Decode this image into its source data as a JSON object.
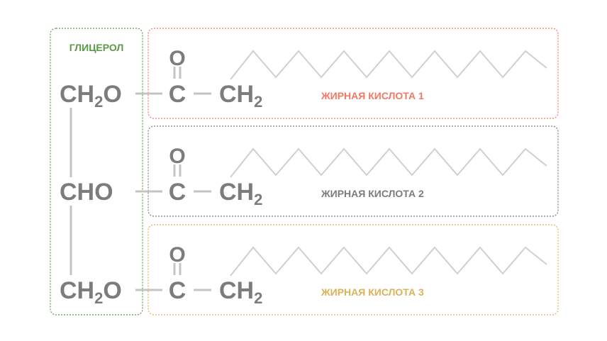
{
  "colors": {
    "glycerol": "#5a9a45",
    "acid1": "#ef7a68",
    "acid2": "#7c7c7c",
    "acid3": "#d9b35a",
    "formula": "#7c7c7c",
    "bond": "#c4c4c4"
  },
  "glycerol": {
    "label": "ГЛИЦЕРОЛ",
    "rows": [
      {
        "main": "CH",
        "sub": "2",
        "tail": "O"
      },
      {
        "main": "CHO",
        "sub": "",
        "tail": ""
      },
      {
        "main": "CH",
        "sub": "2",
        "tail": "O"
      }
    ]
  },
  "acids": [
    {
      "label": "ЖИРНАЯ КИСЛОТА 1",
      "oxygen": "O",
      "carbon": "C",
      "ch2_main": "CH",
      "ch2_sub": "2"
    },
    {
      "label": "ЖИРНАЯ КИСЛОТА 2",
      "oxygen": "O",
      "carbon": "C",
      "ch2_main": "CH",
      "ch2_sub": "2"
    },
    {
      "label": "ЖИРНАЯ КИСЛОТА 3",
      "oxygen": "O",
      "carbon": "C",
      "ch2_main": "CH",
      "ch2_sub": "2"
    }
  ]
}
